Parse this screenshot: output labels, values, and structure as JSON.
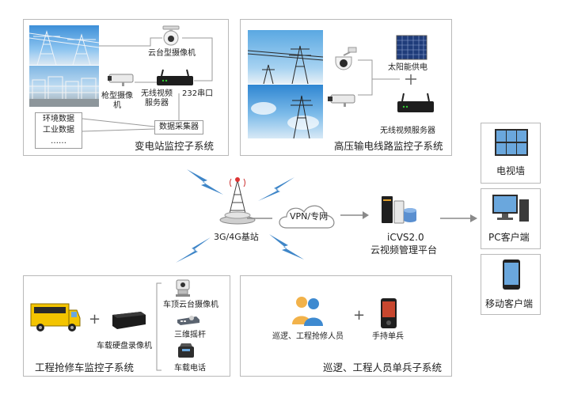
{
  "substation": {
    "title": "变电站监控子系统",
    "ptz_camera": "云台型摄像机",
    "gun_camera": "枪型摄像\n机",
    "wireless_server": "无线视频\n服务器",
    "serial_port": "232串口",
    "data_collector": "数据采集器",
    "data_items": [
      "环境数据",
      "工业数据",
      "……"
    ]
  },
  "transmission": {
    "title": "高压输电线路监控子系统",
    "solar": "太阳能供电",
    "plus": "+",
    "wireless_server": "无线视频服务器"
  },
  "center": {
    "base_station": "3G/4G基站",
    "vpn": "VPN/专网",
    "platform_name": "iCVS2.0",
    "platform_sub": "云视频管理平台"
  },
  "clients": {
    "tv_wall": "电视墙",
    "pc_client": "PC客户端",
    "mobile_client": "移动客户端"
  },
  "vehicle": {
    "title": "工程抢修车监控子系统",
    "plus": "+",
    "dvr": "车载硬盘录像机",
    "roof_camera": "车顶云台摄像机",
    "joystick": "三维摇杆",
    "phone": "车载电话"
  },
  "personnel": {
    "title": "巡逻、工程人员单兵子系统",
    "people": "巡逻、工程抢修人员",
    "plus": "+",
    "handheld": "手持单兵"
  },
  "colors": {
    "lightning": "#3f86c8",
    "border": "#b9b9b9",
    "arrow": "#8a8a8a",
    "sky": "#6fb3e6"
  }
}
